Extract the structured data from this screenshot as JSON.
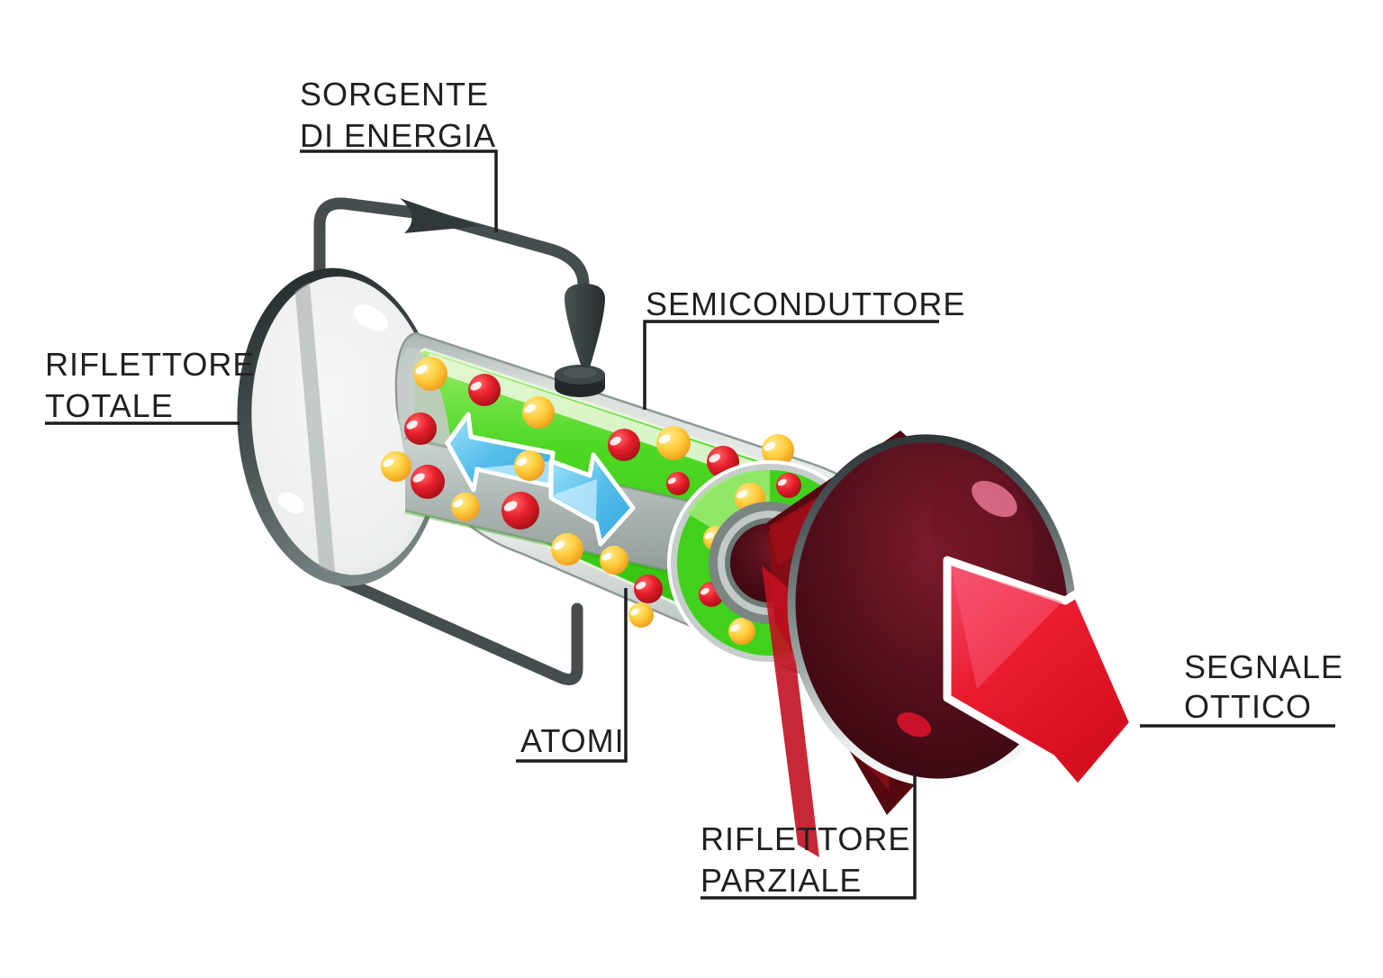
{
  "title": "Diagramma di funzionamento del laser",
  "labels": {
    "energy_source": {
      "line1": "SORGENTE",
      "line2": "DI ENERGIA"
    },
    "total_reflector": {
      "line1": "RIFLETTORE",
      "line2": "TOTALE"
    },
    "semiconductor": {
      "line1": "SEMICONDUTTORE"
    },
    "atoms": {
      "line1": "ATOMI"
    },
    "partial_reflector": {
      "line1": "RIFLETTORE",
      "line2": "PARZIALE"
    },
    "optical_signal": {
      "line1": "SEGNALE",
      "line2": "OTTICO"
    }
  },
  "colors": {
    "background": "#ffffff",
    "text": "#231f20",
    "leader_line": "#1d1d1b",
    "wire": "#454d4f",
    "tube_green": "#3ecf18",
    "tube_shell": "#b6c0bc",
    "band_gray": "#9aa4a0",
    "atom_red": "#e8202c",
    "atom_yellow": "#ffcf3e",
    "photon_blue": "#4db6e8",
    "beam_red": "#8c0d16",
    "mirror_maroon": "#3b0812",
    "signal_arrow_red": "#e81b2c"
  }
}
